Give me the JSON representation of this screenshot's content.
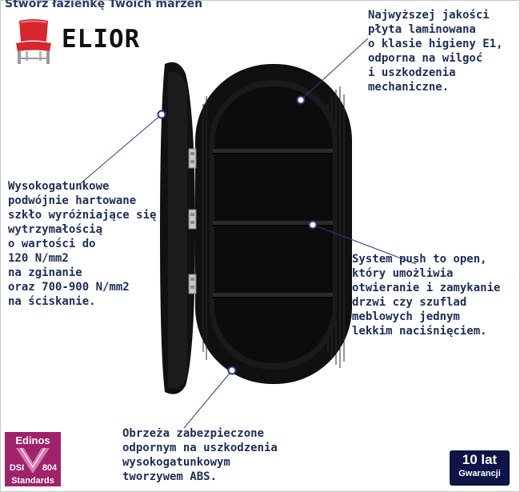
{
  "header": {
    "title": "Stwórz łazienkę Twoich marzeń"
  },
  "brand": {
    "name": "ELIOR",
    "icon": "chair-icon",
    "colors": {
      "seat": "#d7262e",
      "frame": "#9b9b9b"
    }
  },
  "callouts": {
    "laminate": "Najwyższej jakości\npłyta laminowana\no klasie higieny E1,\nodporna na wilgoć\ni uszkodzenia\nmechaniczne.",
    "glass": "Wysokogatunkowe\npodwójnie hartowane\nszkło wyróżniające się\nwytrzymałością\no wartości do\n120 N/mm2\nna zginanie\noraz 700-900 N/mm2\nna ściskanie.",
    "push": "System push to open,\nktóry umożliwia\notwieranie i zamykanie\ndrzwi czy szuflad\nmeblowych jednym\nlekkim naciśnięciem.",
    "edges": "Obrzeża zabezpieczone\nodpornym na uszkodzenia\nwysokogatunkowym\ntworzywem ABS."
  },
  "badges": {
    "edinos": {
      "top": "Edinos",
      "code_left": "DSI",
      "code_right": "804",
      "bottom": "Standards",
      "color": "#a0226a"
    },
    "warranty": {
      "years": "10 lat",
      "label": "Gwarancji",
      "color": "#0d1448"
    }
  },
  "colors": {
    "text": "#1d2d5a",
    "leader": "#2b3a8a",
    "cabinet": "#111111"
  }
}
